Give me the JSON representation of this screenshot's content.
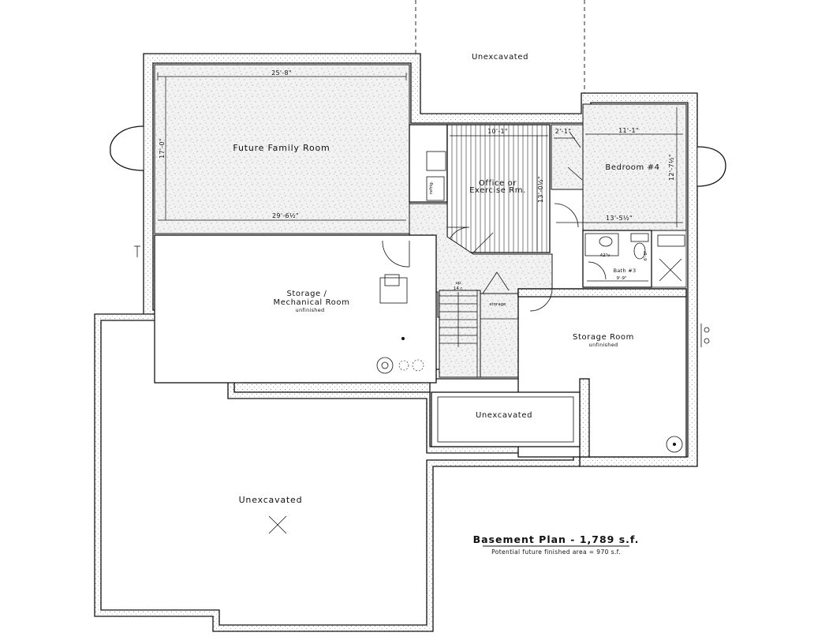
{
  "rooms": {
    "unexcavated_top": "Unexcavated",
    "future_family_room": "Future Family Room",
    "office": "Office or",
    "office_line2": "Exercise Rm.",
    "bedroom4": "Bedroom #4",
    "bath3": "Bath #3",
    "storage_mech": "Storage /",
    "storage_mech_line2": "Mechanical Room",
    "storage_mech_note": "unfinished",
    "storage_closet": "storage",
    "storage_room": "Storage Room",
    "storage_room_note": "unfinished",
    "unexcavated_mid": "Unexcavated",
    "unexcavated_big": "Unexcavated"
  },
  "dimensions": {
    "family_width_top": "25'-8\"",
    "family_width_bottom": "29'-6½\"",
    "family_depth": "17'-0\"",
    "office_width": "10'-1\"",
    "office_depth": "13'-0½\"",
    "closet_width": "2'-1\"",
    "bedroom_width_top": "11'-1\"",
    "bedroom_depth": "12'-7½\"",
    "bedroom_width_bottom": "13'-5½\"",
    "bath_width": "9'-9\"",
    "bath_depth": "6'-8\"",
    "vanity": "42\"v",
    "refrig": "refrig."
  },
  "stairs": {
    "direction": "up",
    "risers": "14 r."
  },
  "title": {
    "main": "Basement Plan - 1,789 s.f.",
    "sub": "Potential future finished area = 970 s.f."
  }
}
